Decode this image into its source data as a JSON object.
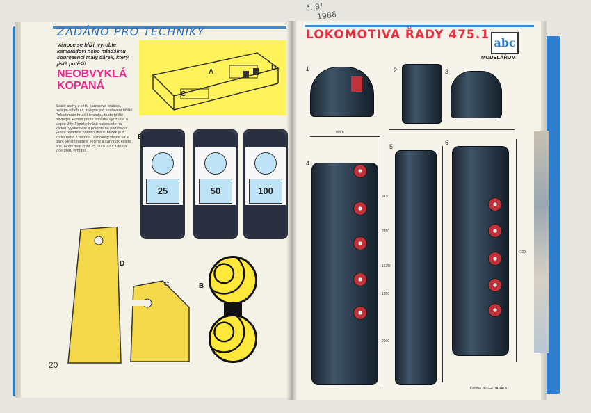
{
  "note": {
    "line1": "č. 8/",
    "line2": "1986"
  },
  "left_page": {
    "header": "ZADÁNO PRO TECHNIKY",
    "intro": "Vánoce se blíží, vyrobte kamarádovi nebo mladšímu sourozenci malý dárek, který jistě potěší!",
    "title_line1": "NEOBVYKLÁ",
    "title_line2": "KOPANÁ",
    "body_text": "Svislé pruhy z větší kartonové krabice, nejlépe od obuvi, zalepte pro sestavení hřiště. Pokud máte hrubší lepenku, bude hřiště pevnější. Potom podle obrázku vyřízněte a slepte díly. Figurky hráčů nakreslete na karton, vystřihněte a přilepte na podstavec. Hráče ovládáte pomocí drátu. Míček je z korku nebo z papíru. Do branky vlepte síť z gázy. Hřiště natřete zeleně a čáry dokreslete bíle. Hráči mají čísla 25, 50 a 100. Kdo dá více gólů, vyhrává.",
    "labels": {
      "E": "E",
      "D": "D",
      "C": "C",
      "B": "B",
      "A": "A"
    },
    "players": [
      "25",
      "50",
      "100"
    ],
    "page_number": "20"
  },
  "right_page": {
    "title": "LOKOMOTIVA ŘADY 475.1",
    "logo": "abc",
    "logo_caption": "MODELÁŘUM",
    "view_numbers": [
      "1",
      "2",
      "3",
      "4",
      "5",
      "6"
    ],
    "dimensions": [
      "1950",
      "3150",
      "2350",
      "1350",
      "15250",
      "2600",
      "4100"
    ],
    "credit": "Kresba JOSEF JANATA"
  },
  "colors": {
    "cover": "#2f7fd0",
    "title_pink": "#e8268c",
    "title_red": "#e83040",
    "yellow": "#fff25a"
  }
}
